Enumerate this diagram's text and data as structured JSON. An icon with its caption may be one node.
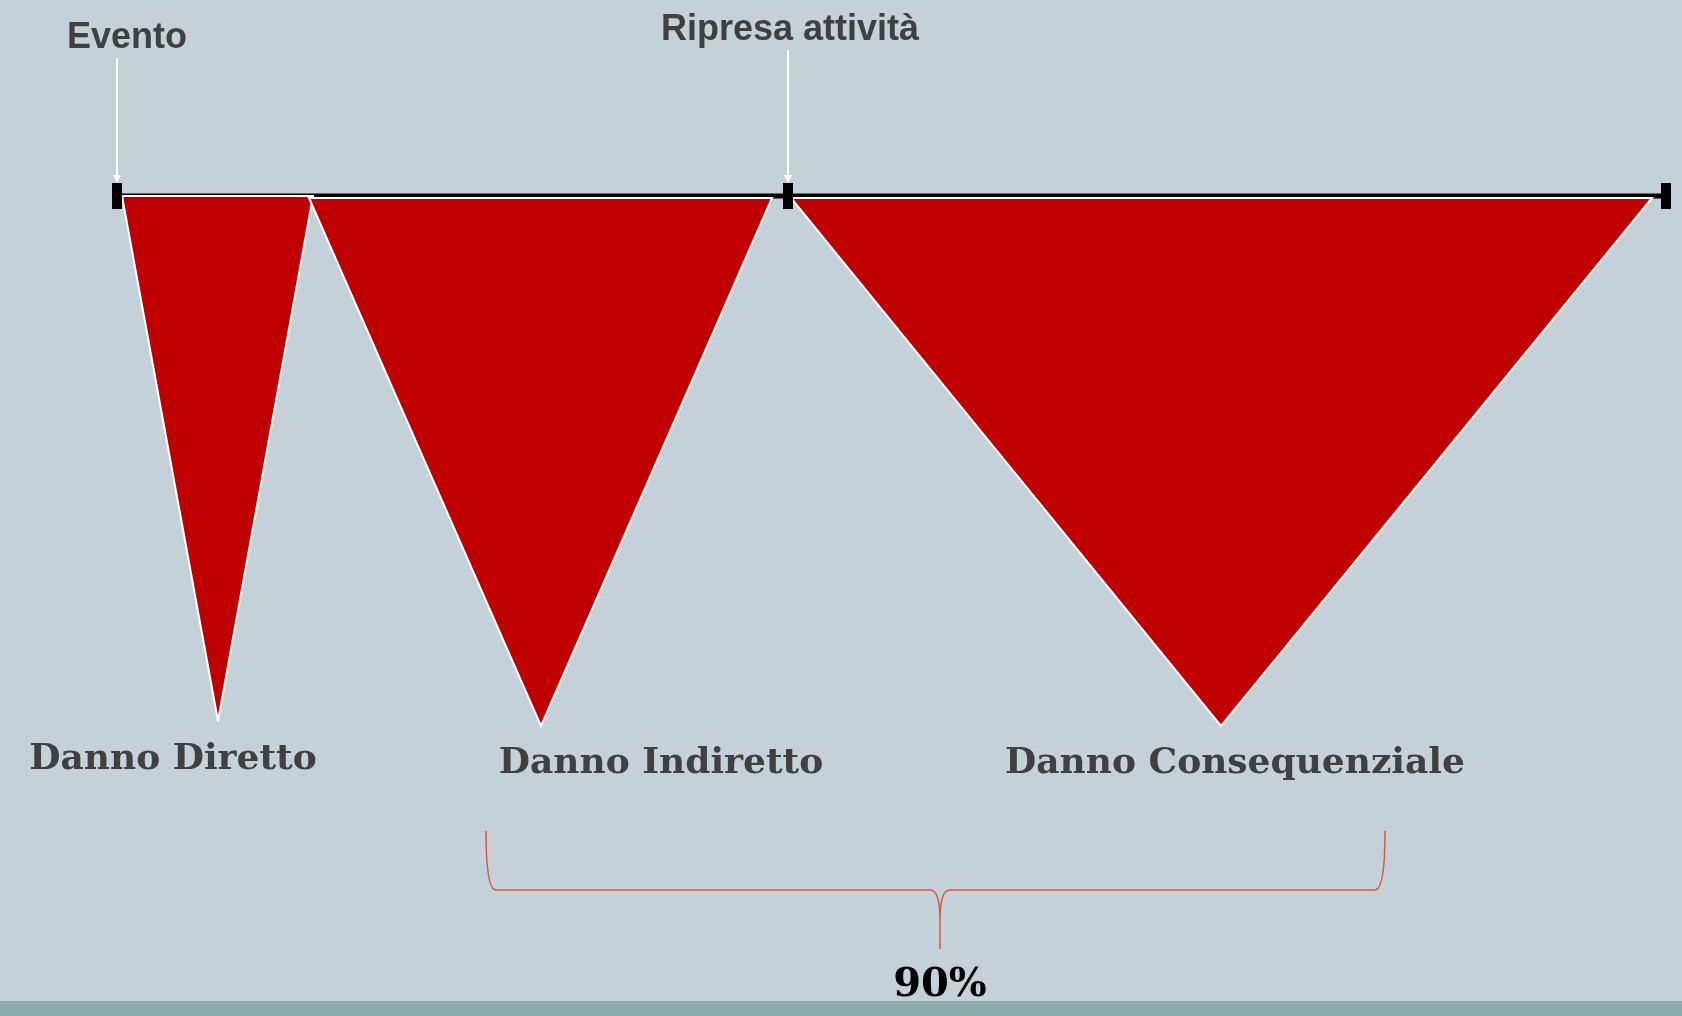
{
  "diagram": {
    "nodes": [
      {
        "text": [
          "Evento"
        ]
      },
      {
        "text": [
          "Ripresa attività"
        ]
      },
      {
        "text": [
          "Danno Diretto"
        ]
      },
      {
        "text": [
          "Danno Indiretto"
        ]
      },
      {
        "text": [
          "Danno Consequenziale"
        ]
      },
      {
        "text": [],
        "shape": "bar"
      },
      {
        "text": [],
        "shape": "bar"
      }
    ],
    "edges": [
      {
        "from": 0,
        "to": 5,
        "arrow": "to"
      },
      {
        "from": 1,
        "to": 6,
        "arrow": "to"
      }
    ],
    "labels": [
      "90%"
    ]
  }
}
